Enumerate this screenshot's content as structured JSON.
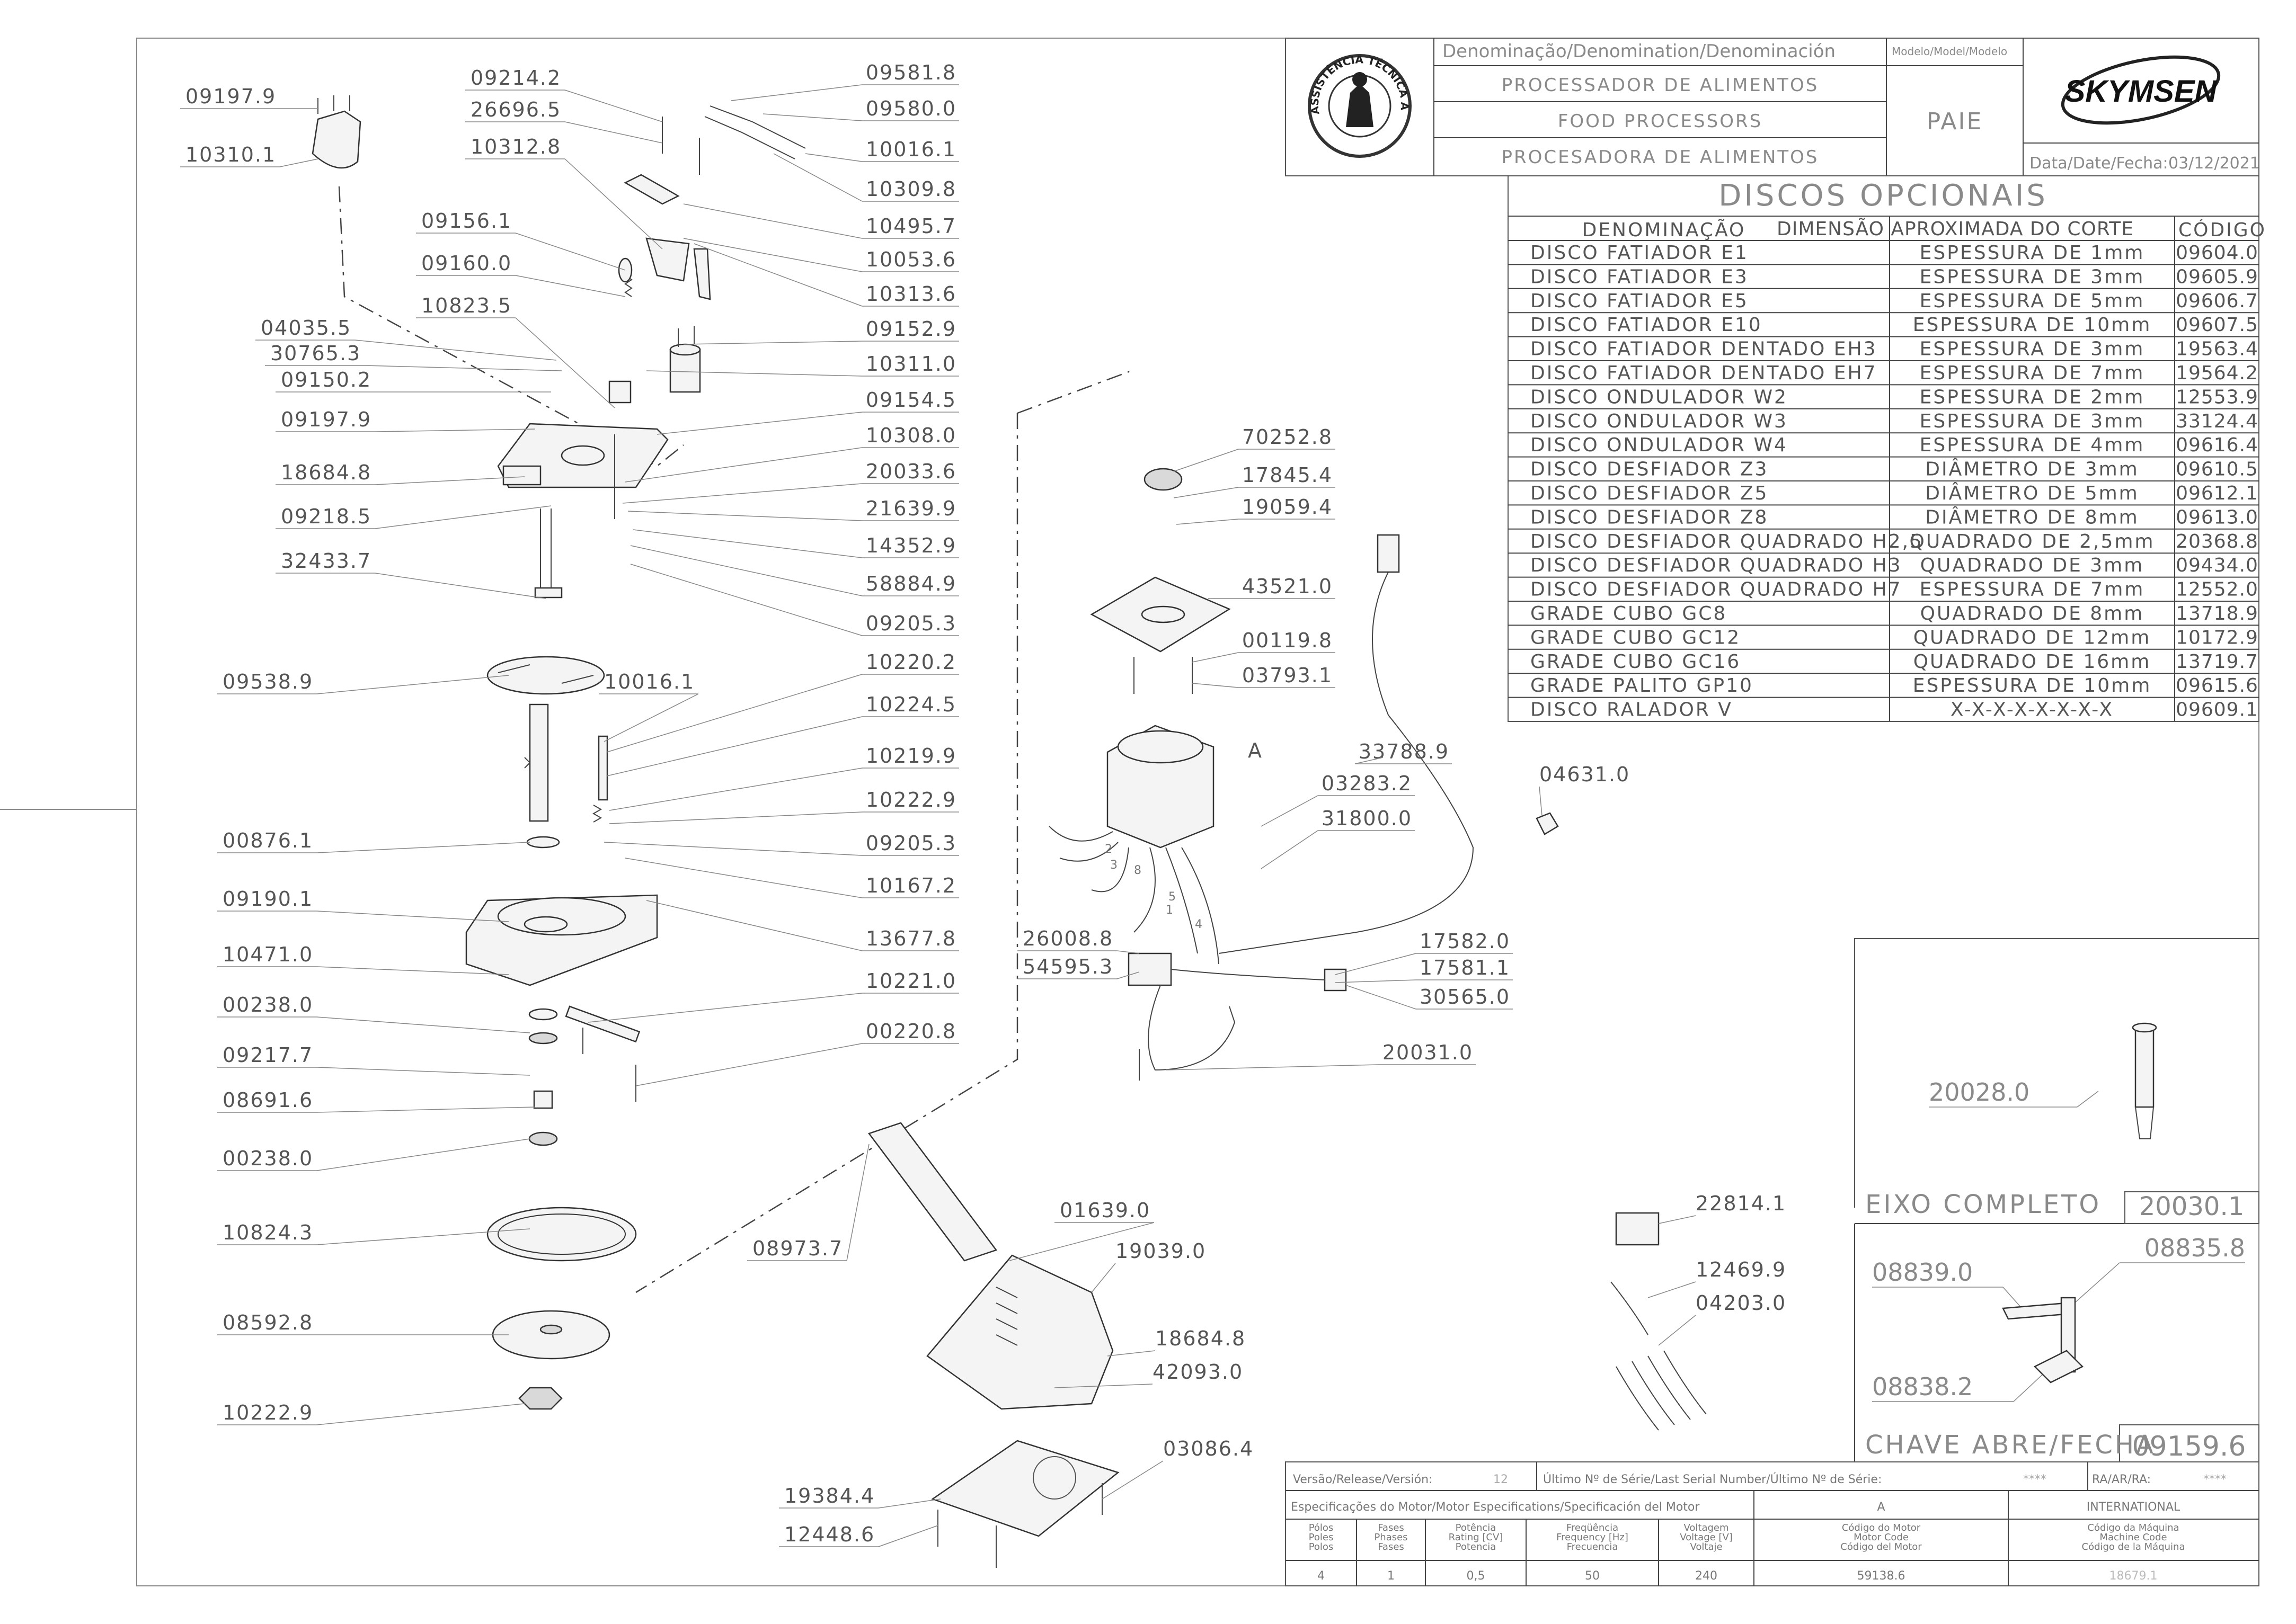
{
  "header": {
    "denomination_title": "Denominação/Denomination/Denominación",
    "model_title": "Modelo/Model/Modelo",
    "name_pt": "PROCESSADOR DE ALIMENTOS",
    "name_en": "FOOD PROCESSORS",
    "name_es": "PROCESADORA DE ALIMENTOS",
    "model": "PAIE",
    "brand": "SKYMSEN",
    "date_label": "Data/Date/Fecha:",
    "date": "03/12/2021",
    "seal_text": "ASSISTÊNCIA TÉCNICA AUTORIZADA"
  },
  "discs": {
    "title": "DISCOS OPCIONAIS",
    "col_name": "DENOMINAÇÃO",
    "col_dim": "DIMENSÃO APROXIMADA DO CORTE",
    "col_code": "CÓDIGO",
    "rows": [
      {
        "name": "DISCO FATIADOR E1",
        "dim": "ESPESSURA DE 1mm",
        "code": "09604.0"
      },
      {
        "name": "DISCO FATIADOR E3",
        "dim": "ESPESSURA DE 3mm",
        "code": "09605.9"
      },
      {
        "name": "DISCO FATIADOR E5",
        "dim": "ESPESSURA DE 5mm",
        "code": "09606.7"
      },
      {
        "name": "DISCO FATIADOR E10",
        "dim": "ESPESSURA DE 10mm",
        "code": "09607.5"
      },
      {
        "name": "DISCO FATIADOR DENTADO EH3",
        "dim": "ESPESSURA DE 3mm",
        "code": "19563.4"
      },
      {
        "name": "DISCO FATIADOR DENTADO EH7",
        "dim": "ESPESSURA DE 7mm",
        "code": "19564.2"
      },
      {
        "name": "DISCO ONDULADOR W2",
        "dim": "ESPESSURA DE 2mm",
        "code": "12553.9"
      },
      {
        "name": "DISCO ONDULADOR W3",
        "dim": "ESPESSURA DE 3mm",
        "code": "33124.4"
      },
      {
        "name": "DISCO ONDULADOR W4",
        "dim": "ESPESSURA DE 4mm",
        "code": "09616.4"
      },
      {
        "name": "DISCO DESFIADOR Z3",
        "dim": "DIÂMETRO DE 3mm",
        "code": "09610.5"
      },
      {
        "name": "DISCO DESFIADOR Z5",
        "dim": "DIÂMETRO DE 5mm",
        "code": "09612.1"
      },
      {
        "name": "DISCO DESFIADOR Z8",
        "dim": "DIÂMETRO DE 8mm",
        "code": "09613.0"
      },
      {
        "name": "DISCO DESFIADOR QUADRADO H2,5",
        "dim": "QUADRADO DE 2,5mm",
        "code": "20368.8"
      },
      {
        "name": "DISCO DESFIADOR QUADRADO H3",
        "dim": "QUADRADO DE 3mm",
        "code": "09434.0"
      },
      {
        "name": "DISCO DESFIADOR QUADRADO H7",
        "dim": "ESPESSURA DE 7mm",
        "code": "12552.0"
      },
      {
        "name": "GRADE CUBO GC8",
        "dim": "QUADRADO DE 8mm",
        "code": "13718.9"
      },
      {
        "name": "GRADE CUBO GC12",
        "dim": "QUADRADO DE 12mm",
        "code": "10172.9"
      },
      {
        "name": "GRADE CUBO GC16",
        "dim": "QUADRADO DE 16mm",
        "code": "13719.7"
      },
      {
        "name": "GRADE PALITO GP10",
        "dim": "ESPESSURA DE 10mm",
        "code": "09615.6"
      },
      {
        "name": "DISCO RALADOR V",
        "dim": "X-X-X-X-X-X-X-X",
        "code": "09609.1"
      }
    ]
  },
  "labels_left": [
    "09197.9",
    "10310.1",
    "09214.2",
    "26696.5",
    "10312.8",
    "09581.8",
    "09580.0",
    "10016.1",
    "10309.8",
    "10495.7",
    "10053.6",
    "10313.6",
    "09156.1",
    "09160.0",
    "10823.5",
    "04035.5",
    "30765.3",
    "09150.2",
    "09152.9",
    "09197.9",
    "10311.0",
    "09154.5",
    "10308.0",
    "18684.8",
    "20033.6",
    "09218.5",
    "21639.9",
    "14352.9",
    "32433.7",
    "58884.9",
    "09205.3",
    "09538.9",
    "10016.1",
    "10220.2",
    "10224.5",
    "10219.9",
    "10222.9",
    "00876.1",
    "09205.3",
    "10167.2",
    "09190.1",
    "13677.8",
    "10471.0",
    "10221.0",
    "00238.0",
    "00220.8",
    "09217.7",
    "08691.6",
    "00238.0",
    "10824.3",
    "08973.7",
    "08592.8",
    "10222.9"
  ],
  "labels_center": [
    "70252.8",
    "17845.4",
    "19059.4",
    "43521.0",
    "00119.8",
    "03793.1",
    "A",
    "33788.9",
    "03283.2",
    "31800.0",
    "04631.0",
    "26008.8",
    "54595.3",
    "17582.0",
    "17581.1",
    "30565.0",
    "20031.0",
    "01639.0",
    "19039.0",
    "18684.8",
    "42093.0",
    "03086.4",
    "19384.4",
    "12448.6",
    "22814.1",
    "12469.9",
    "04203.0"
  ],
  "wire_numbers": [
    "2",
    "3",
    "8",
    "5",
    "1",
    "4"
  ],
  "axle_box": {
    "part": "20028.0",
    "title": "EIXO COMPLETO",
    "code": "20030.1"
  },
  "key_box": {
    "parts": [
      "08839.0",
      "08835.8",
      "08838.2"
    ],
    "title": "CHAVE ABRE/FECHA",
    "code": "09159.6"
  },
  "footer": {
    "version_label": "Versão/Release/Versión:",
    "version": "12",
    "serial_label": "Último Nº de Série/Last Serial Number/Último Nº de Série:",
    "serial": "****",
    "ra_label": "RA/AR/RA:",
    "ra": "****",
    "motor_spec_label": "Especificações do Motor/Motor Especifications/Specificación del Motor",
    "col_a": "A",
    "col_intl": "INTERNATIONAL",
    "poles_label": "Pólos\nPoles\nPolos",
    "phases_label": "Fases\nPhases\nFases",
    "power_label": "Potência\nRating [CV]\nPotencia",
    "freq_label": "Freqüência\nFrequency [Hz]\nFrecuencia",
    "volt_label": "Voltagem\nVoltage [V]\nVoltaje",
    "motor_code_label": "Código do Motor\nMotor Code\nCódigo del Motor",
    "machine_code_label": "Código da Máquina\nMachine Code\nCódigo de la Máquina",
    "poles": "4",
    "phases": "1",
    "power": "0,5",
    "freq": "50",
    "volt": "240",
    "motor_code": "59138.6",
    "machine_code": "18679.1"
  }
}
